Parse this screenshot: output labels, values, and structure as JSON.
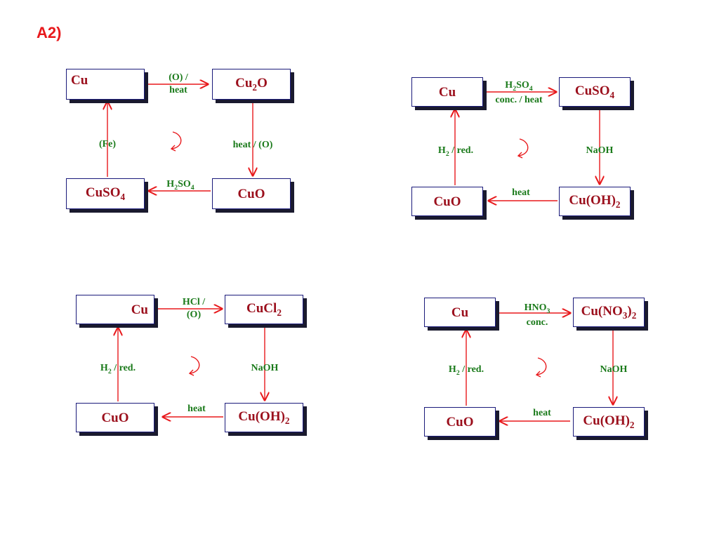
{
  "title": "A2)",
  "colors": {
    "title": "#e8191c",
    "species": "#9b0f1c",
    "reagent": "#1a7a1a",
    "arrow": "#e8191c",
    "box_border": "#1a1a7a",
    "box_shadow": "#1a1a2e"
  },
  "cycles": [
    {
      "top_left": [
        "Cu"
      ],
      "top_right": [
        "Cu",
        {
          "sub": "2"
        },
        "O"
      ],
      "bottom_right": [
        "CuO"
      ],
      "bottom_left": [
        "CuSO",
        {
          "sub": "4"
        }
      ],
      "top_arrow_label": [
        [
          "(O) /"
        ],
        [
          "heat"
        ]
      ],
      "right_arrow_label": [
        [
          "heat / (O)"
        ]
      ],
      "bottom_arrow_label": [
        [
          "H",
          {
            "sub": "2"
          },
          "SO",
          {
            "sub": "4"
          }
        ]
      ],
      "left_arrow_label": [
        [
          "(Fe)"
        ]
      ],
      "icon": "clockwise-cycle-icon"
    },
    {
      "top_left": [
        "Cu"
      ],
      "top_right": [
        "CuSO",
        {
          "sub": "4"
        }
      ],
      "bottom_right": [
        "Cu(OH)",
        {
          "sub": "2"
        }
      ],
      "bottom_left": [
        "CuO"
      ],
      "top_arrow_label": [
        [
          "H",
          {
            "sub": "2"
          },
          "SO",
          {
            "sub": "4"
          }
        ],
        [
          "conc. / heat"
        ]
      ],
      "right_arrow_label": [
        [
          "NaOH"
        ]
      ],
      "bottom_arrow_label": [
        [
          "heat"
        ]
      ],
      "left_arrow_label": [
        [
          "H",
          {
            "sub": "2"
          },
          " / red."
        ]
      ],
      "icon": "clockwise-cycle-icon"
    },
    {
      "top_left": [
        "Cu"
      ],
      "top_right": [
        "CuCl",
        {
          "sub": "2"
        }
      ],
      "bottom_right": [
        "Cu(OH)",
        {
          "sub": "2"
        }
      ],
      "bottom_left": [
        "CuO"
      ],
      "top_arrow_label": [
        [
          "HCl /"
        ],
        [
          "(O)"
        ]
      ],
      "right_arrow_label": [
        [
          "NaOH"
        ]
      ],
      "bottom_arrow_label": [
        [
          "heat"
        ]
      ],
      "left_arrow_label": [
        [
          "H",
          {
            "sub": "2"
          },
          " / red."
        ]
      ],
      "icon": "clockwise-cycle-icon"
    },
    {
      "top_left": [
        "Cu"
      ],
      "top_right": [
        "Cu(NO",
        {
          "sub": "3"
        },
        ")",
        {
          "sub": "2"
        }
      ],
      "bottom_right": [
        "Cu(OH)",
        {
          "sub": "2"
        }
      ],
      "bottom_left": [
        "CuO"
      ],
      "top_arrow_label": [
        [
          "HNO",
          {
            "sub": "3"
          }
        ],
        [
          "conc."
        ]
      ],
      "right_arrow_label": [
        [
          "NaOH"
        ]
      ],
      "bottom_arrow_label": [
        [
          "heat"
        ]
      ],
      "left_arrow_label": [
        [
          "H",
          {
            "sub": "2"
          },
          " / red."
        ]
      ],
      "icon": "clockwise-cycle-icon"
    }
  ]
}
